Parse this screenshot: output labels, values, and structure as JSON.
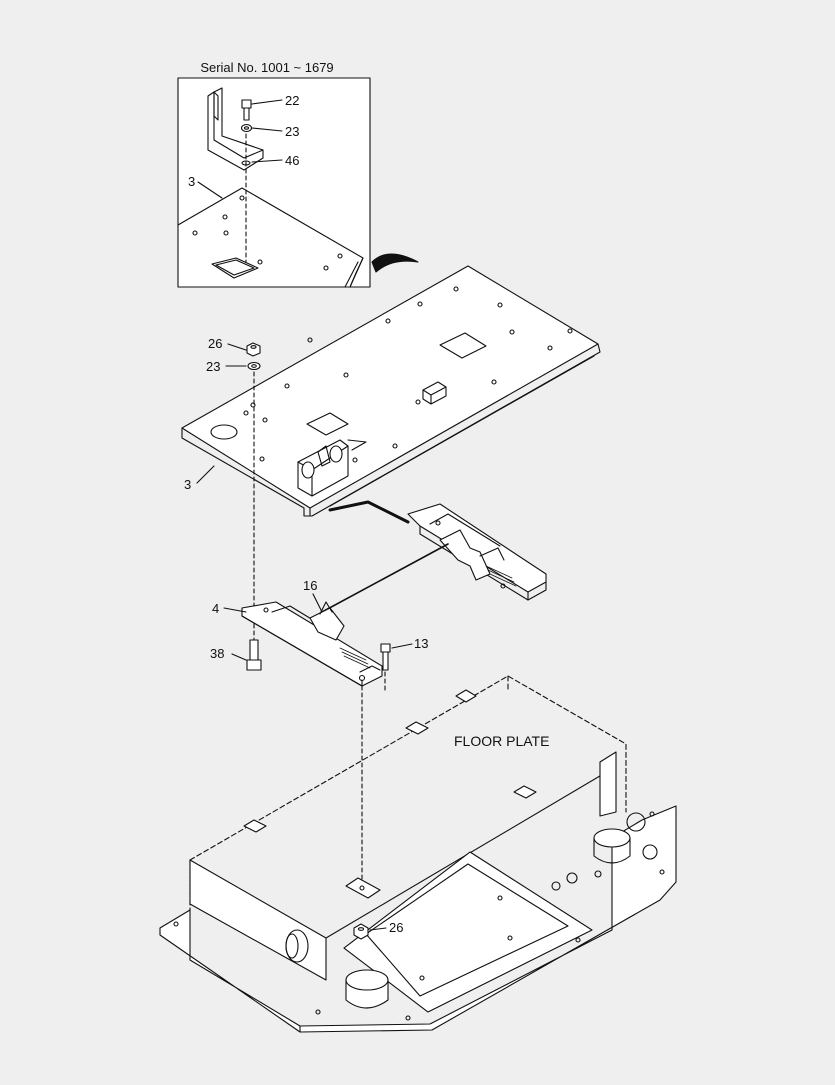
{
  "inset": {
    "title": "Serial No. 1001 ~ 1679",
    "labels": {
      "bolt": "22",
      "washer": "23",
      "bracket": "46",
      "plate": "3"
    }
  },
  "main": {
    "labels": {
      "nut_top": "26",
      "washer_top": "23",
      "seat_plate": "3",
      "cable": "16",
      "rail": "4",
      "bolt_left": "38",
      "bolt_right": "13",
      "nut_bottom": "26"
    },
    "floor_plate": "FLOOR PLATE"
  },
  "colors": {
    "background": "#efefef",
    "line": "#111111",
    "fill": "#ffffff"
  }
}
